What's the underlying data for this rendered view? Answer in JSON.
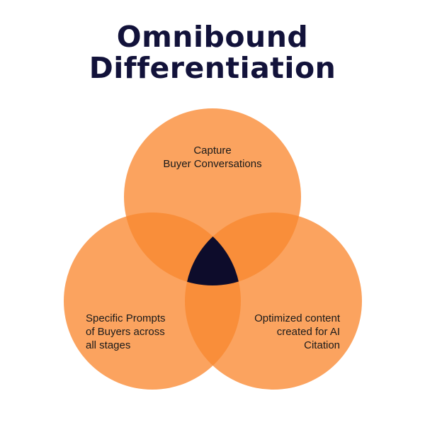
{
  "title": {
    "line1": "Omnibound",
    "line2": "Differentiation"
  },
  "colors": {
    "title": "#12123a",
    "circle_fill": "#fba35f",
    "overlap_fill": "#f98e3a",
    "center_fill": "#0d0c2b",
    "label_text": "#1a1a1a"
  },
  "venn": {
    "top_circle": {
      "label_lines": [
        "Capture",
        "Buyer Conversations"
      ]
    },
    "left_circle": {
      "label_lines": [
        "Specific Prompts",
        "of Buyers across",
        "all stages"
      ]
    },
    "right_circle": {
      "label_lines": [
        "Optimized content",
        "created for AI",
        "Citation"
      ]
    }
  }
}
